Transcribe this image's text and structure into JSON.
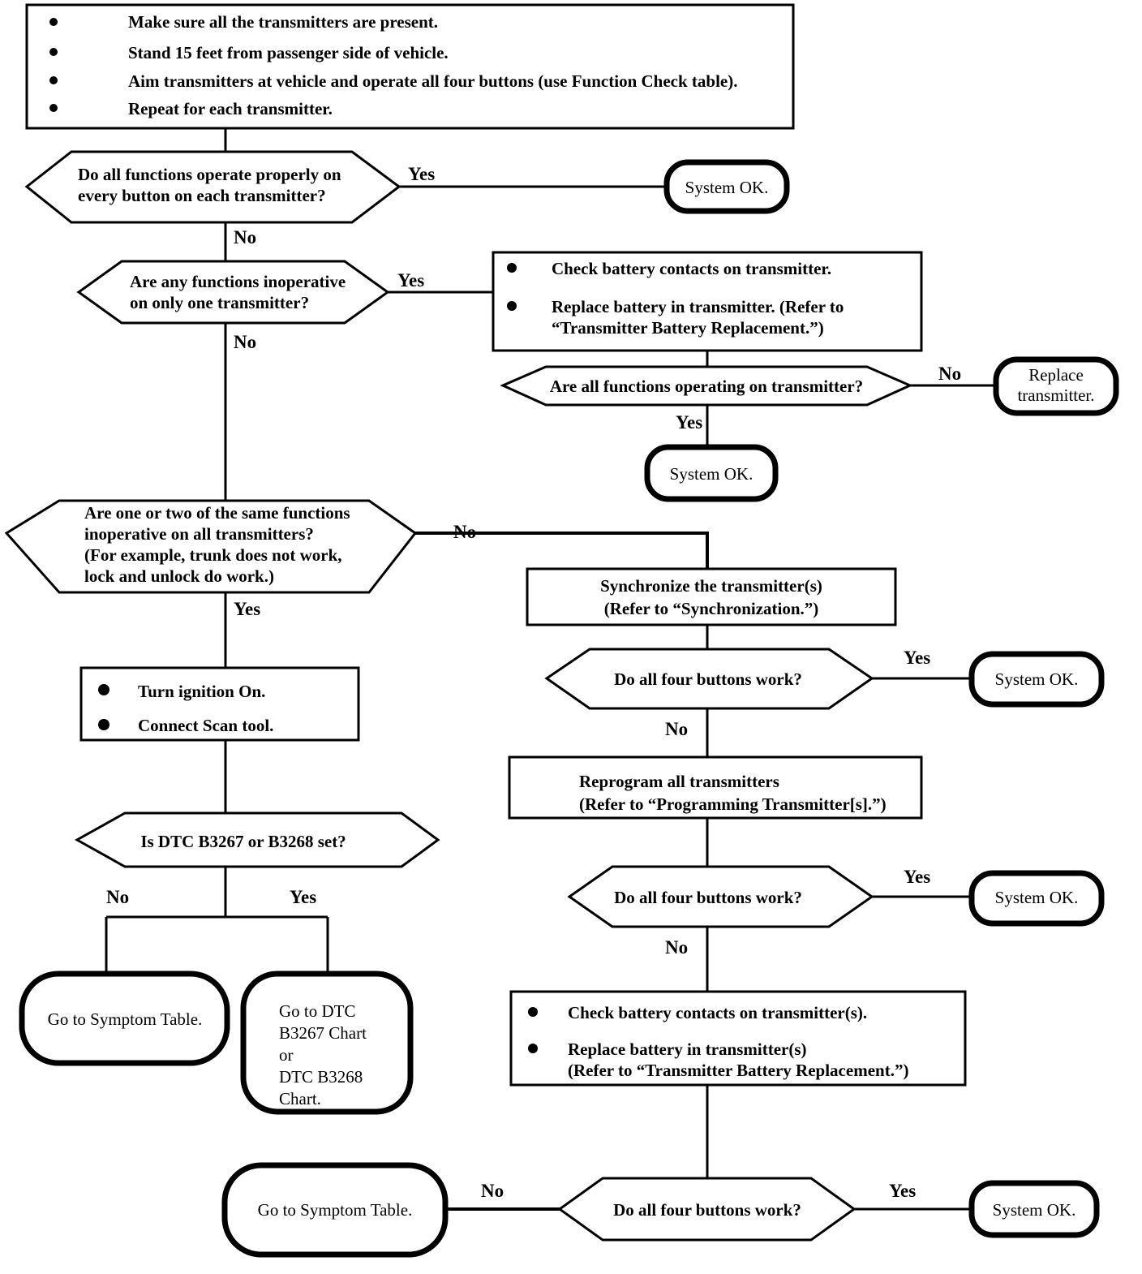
{
  "diagram": {
    "title": "Keyless Entry Transmitter Diagnostic Flowchart",
    "nodes": {
      "start_box": {
        "type": "process-bulleted",
        "bullets": [
          "Make sure all the transmitters are present.",
          "Stand 15 feet from passenger side of vehicle.",
          "Aim transmitters at vehicle and operate all four buttons (use Function Check table).",
          "Repeat for each transmitter."
        ]
      },
      "d1": {
        "type": "decision",
        "lines": [
          "Do all functions operate properly on",
          "every button on each transmitter?"
        ]
      },
      "t1": {
        "type": "terminator",
        "lines": [
          "System OK."
        ]
      },
      "d2": {
        "type": "decision",
        "lines": [
          "Are any functions inoperative",
          "on only one transmitter?"
        ]
      },
      "p1": {
        "type": "process-bulleted",
        "bullets": [
          "Check battery contacts on transmitter.",
          "Replace battery in transmitter. (Refer to\n“Transmitter Battery Replacement.”)"
        ],
        "bullet_lines": [
          [
            "Check battery contacts on transmitter."
          ],
          [
            "Replace battery in transmitter. (Refer to",
            "“Transmitter Battery Replacement.”)"
          ]
        ]
      },
      "d3": {
        "type": "decision",
        "lines": [
          "Are all functions operating on transmitter?"
        ]
      },
      "t2": {
        "type": "terminator",
        "lines": [
          "Replace",
          "transmitter."
        ]
      },
      "t3": {
        "type": "terminator",
        "lines": [
          "System OK."
        ]
      },
      "d4": {
        "type": "decision",
        "lines": [
          "Are one or two of the same functions",
          "inoperative on all transmitters?",
          "(For example, trunk does not work,",
          "lock and unlock do work.)"
        ]
      },
      "p2": {
        "type": "process",
        "lines": [
          "Synchronize the transmitter(s)",
          "(Refer to “Synchronization.”)"
        ]
      },
      "d5": {
        "type": "decision",
        "lines": [
          "Do all four buttons work?"
        ]
      },
      "t4": {
        "type": "terminator",
        "lines": [
          "System OK."
        ]
      },
      "p3": {
        "type": "process",
        "lines": [
          "Reprogram all transmitters",
          "(Refer to “Programming Transmitter[s].”)"
        ]
      },
      "d6": {
        "type": "decision",
        "lines": [
          "Do all four buttons work?"
        ]
      },
      "t5": {
        "type": "terminator",
        "lines": [
          "System OK."
        ]
      },
      "p4": {
        "type": "process-bulleted",
        "bullet_lines": [
          [
            "Check battery contacts on transmitter(s)."
          ],
          [
            "Replace battery in transmitter(s)",
            "(Refer to “Transmitter Battery Replacement.”)"
          ]
        ]
      },
      "d7": {
        "type": "decision",
        "lines": [
          "Do all four buttons work?"
        ]
      },
      "t6": {
        "type": "terminator",
        "lines": [
          "Go to Symptom Table."
        ]
      },
      "t7": {
        "type": "terminator",
        "lines": [
          "System OK."
        ]
      },
      "p5": {
        "type": "process-bulleted",
        "bullet_lines": [
          [
            "Turn ignition On."
          ],
          [
            "Connect Scan tool."
          ]
        ]
      },
      "d8": {
        "type": "decision",
        "lines": [
          "Is DTC B3267 or B3268 set?"
        ]
      },
      "t8": {
        "type": "terminator",
        "lines": [
          "Go to Symptom Table."
        ]
      },
      "t9": {
        "type": "terminator",
        "lines": [
          "Go to DTC",
          "B3267 Chart",
          "or",
          "DTC B3268",
          "Chart."
        ]
      }
    },
    "edge_labels": {
      "d1_yes": "Yes",
      "d1_no": "No",
      "d2_yes": "Yes",
      "d2_no": "No",
      "d3_no": "No",
      "d3_yes": "Yes",
      "d4_no": "No",
      "d4_yes": "Yes",
      "d5_yes": "Yes",
      "d5_no": "No",
      "d6_yes": "Yes",
      "d6_no": "No",
      "d7_no": "No",
      "d7_yes": "Yes",
      "d8_no": "No",
      "d8_yes": "Yes"
    },
    "colors": {
      "stroke": "#000000",
      "fill": "#ffffff"
    }
  }
}
